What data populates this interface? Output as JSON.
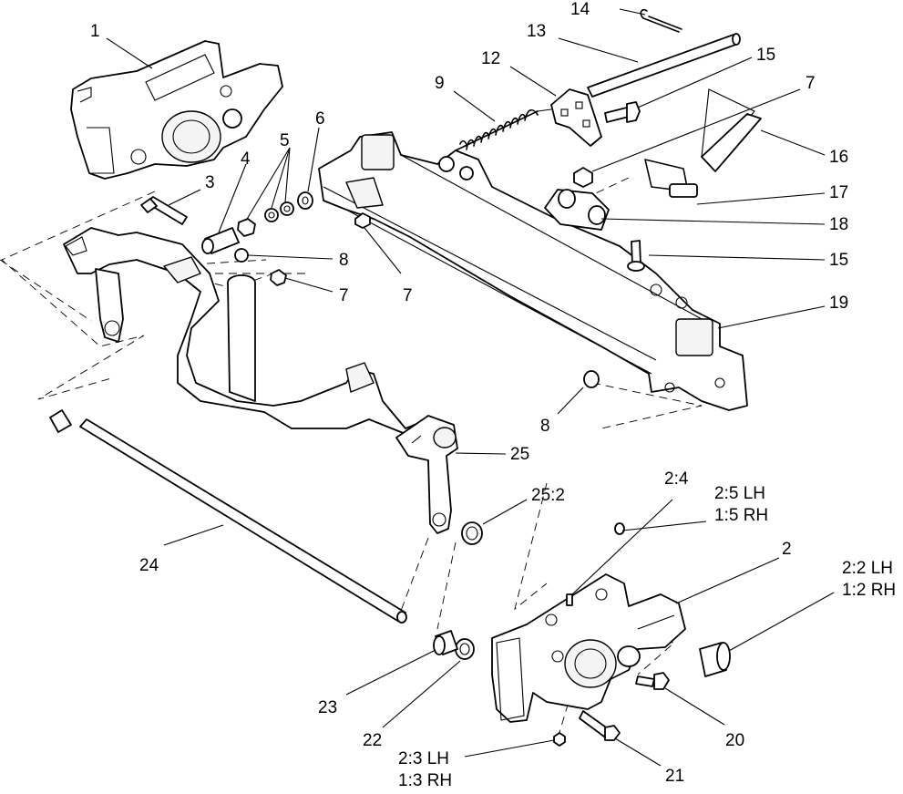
{
  "labels": {
    "p1": "1",
    "p2": "2",
    "p3": "3",
    "p4": "4",
    "p5": "5",
    "p6": "6",
    "p7a": "7",
    "p7b": "7",
    "p7c": "7",
    "p8a": "8",
    "p8b": "8",
    "p9": "9",
    "p12": "12",
    "p13": "13",
    "p14": "14",
    "p15a": "15",
    "p15b": "15",
    "p16": "16",
    "p17": "17",
    "p18": "18",
    "p19": "19",
    "p20": "20",
    "p21": "21",
    "p22": "22",
    "p23": "23",
    "p24": "24",
    "p25": "25",
    "p25_2": "25:2",
    "p2_4": "2:4",
    "p2_5": "2:5 LH",
    "p1_5": "1:5 RH",
    "p2_2": "2:2 LH",
    "p1_2": "1:2 RH",
    "p2_3": "2:3 LH",
    "p1_3": "1:3 RH"
  }
}
